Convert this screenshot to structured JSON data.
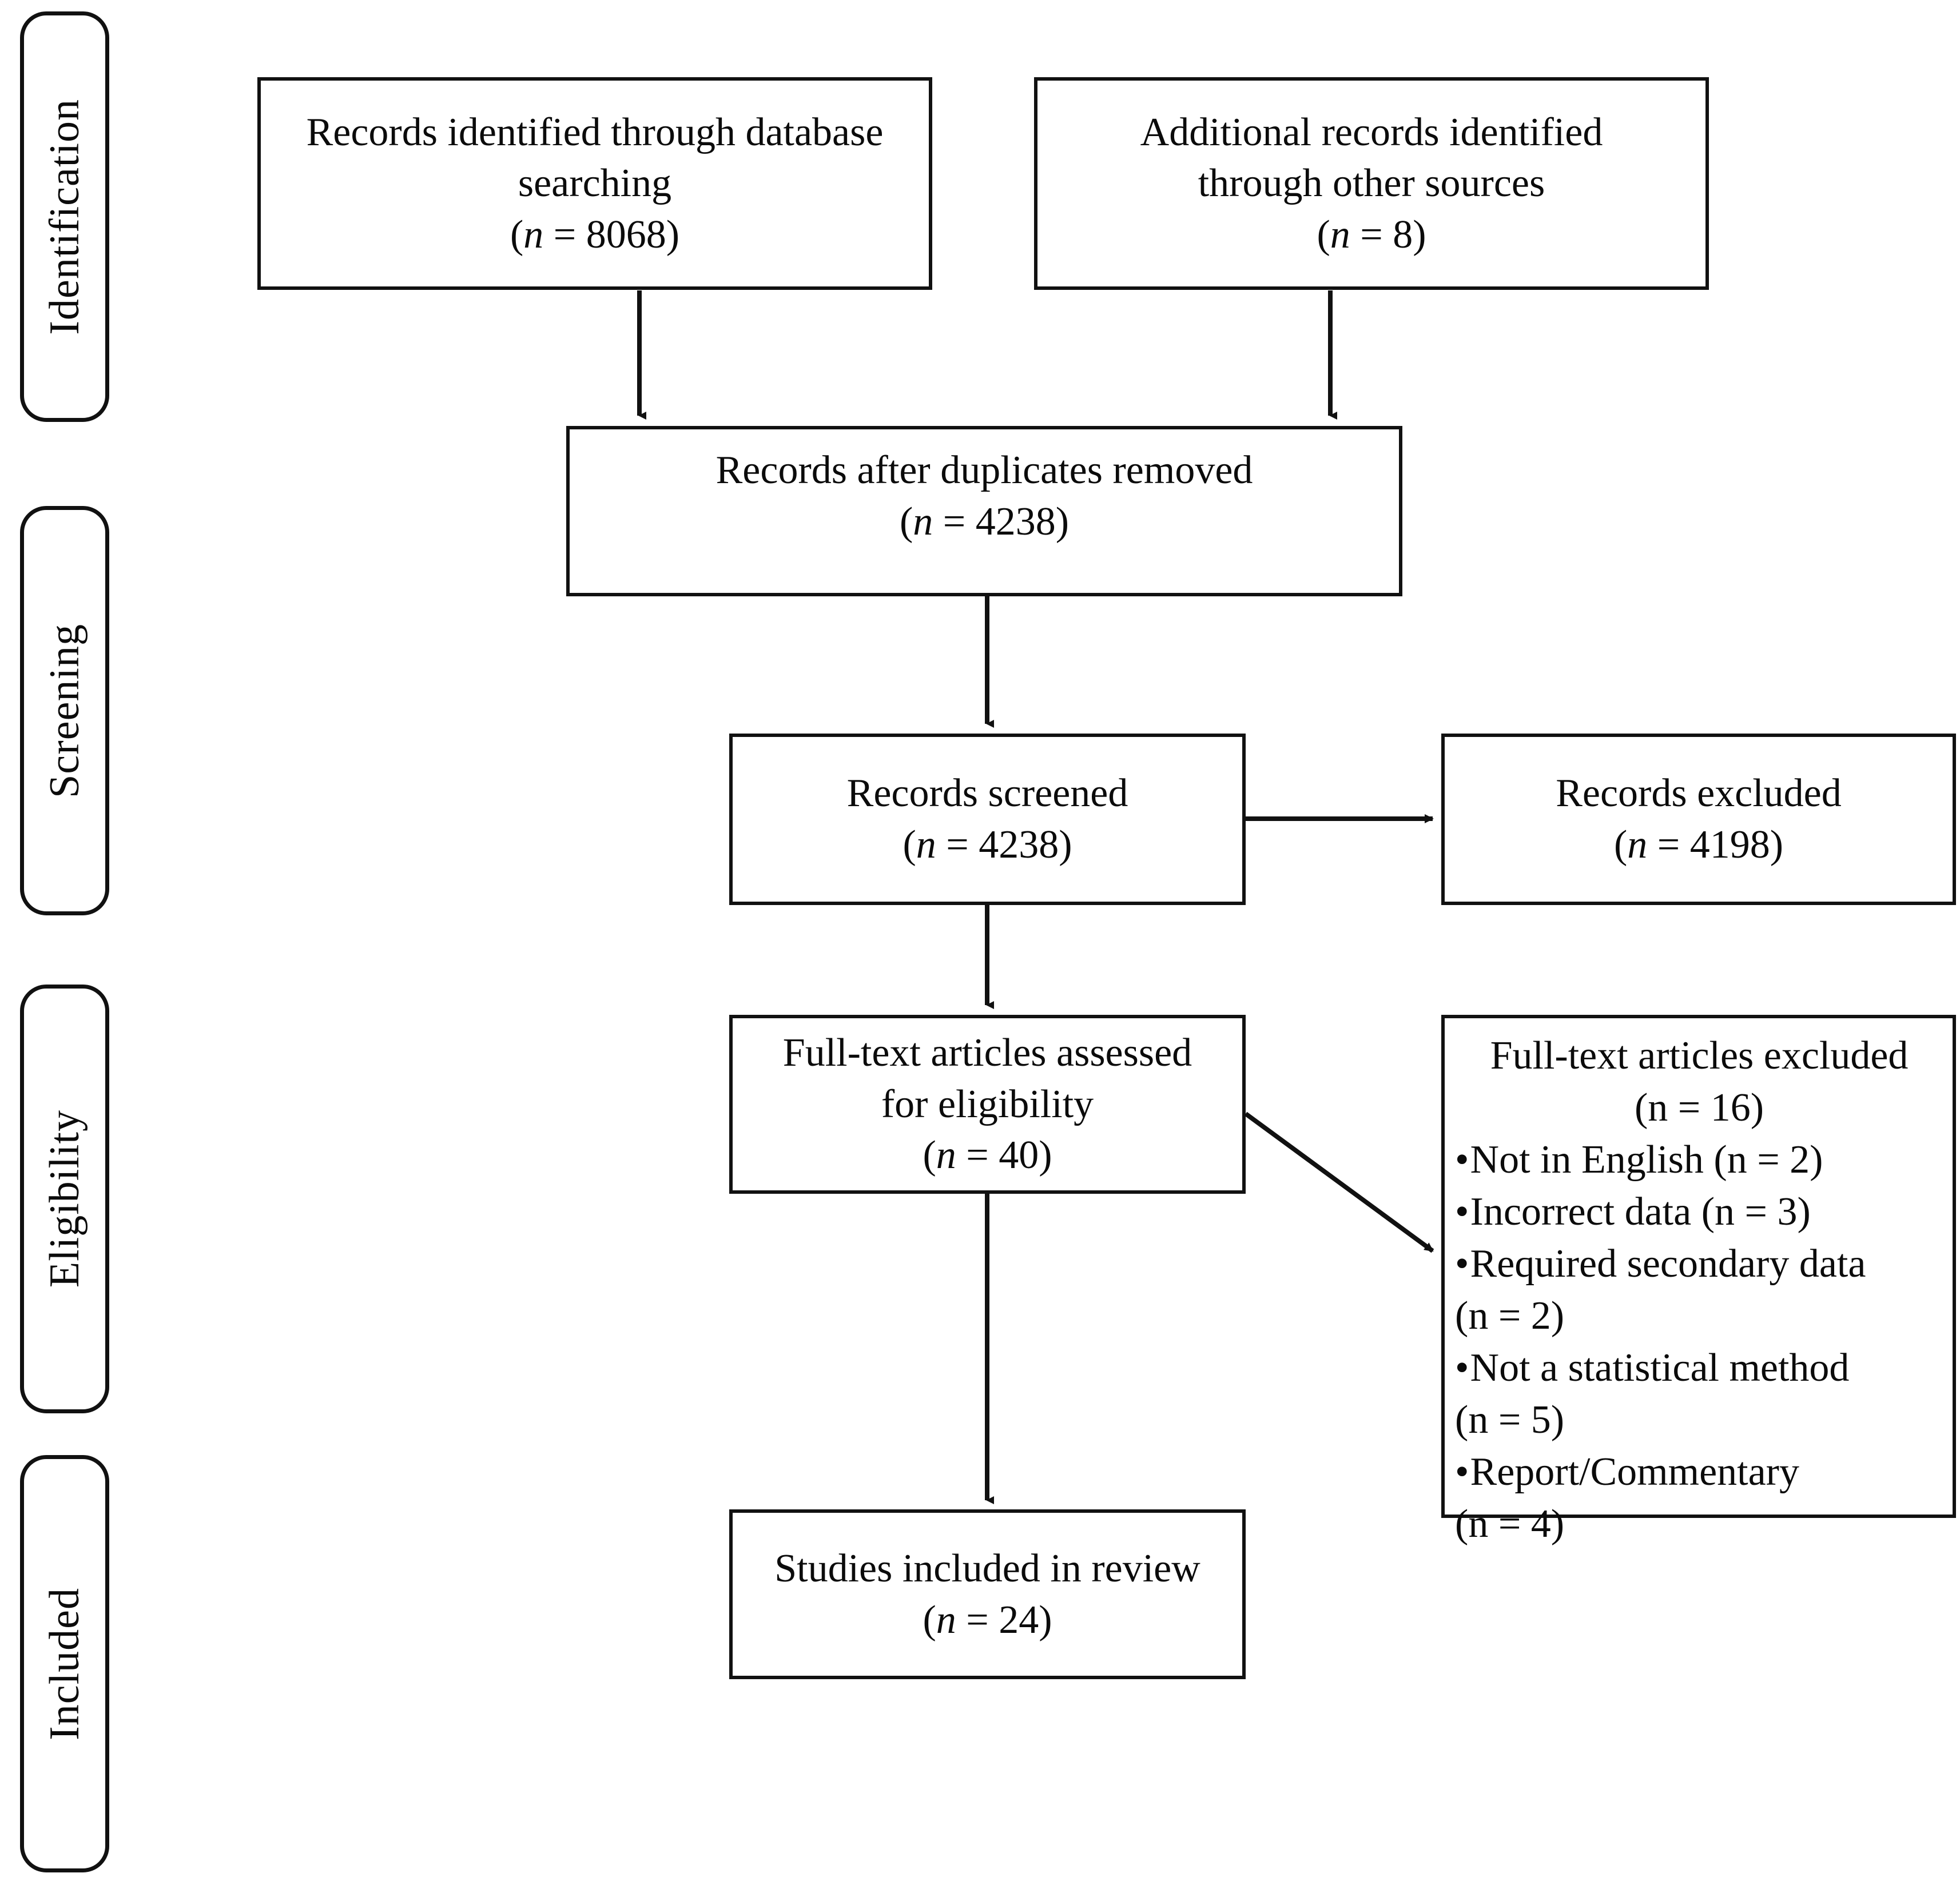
{
  "diagram": {
    "type": "prisma-flow-diagram",
    "stages": [
      {
        "id": "identification",
        "label": "Identification"
      },
      {
        "id": "screening",
        "label": "Screening"
      },
      {
        "id": "eligibility",
        "label": "Eligibility"
      },
      {
        "id": "included",
        "label": "Included"
      }
    ],
    "boxes": {
      "database_search": {
        "line1": "Records identified through database",
        "line2": "searching",
        "count_prefix": "(",
        "count_n": "n",
        "count_eq": " = ",
        "count_value": "8068",
        "count_suffix": ")"
      },
      "other_sources": {
        "line1": "Additional records identified",
        "line2": "through other sources",
        "count_n": "n",
        "count_value": "8"
      },
      "duplicates_removed": {
        "line1": "Records after duplicates removed",
        "count_n": "n",
        "count_value": "4238"
      },
      "records_screened": {
        "line1": "Records screened",
        "count_n": "n",
        "count_value": "4238"
      },
      "records_excluded": {
        "line1": "Records excluded",
        "count_n": "n",
        "count_value": "4198"
      },
      "fulltext_assessed": {
        "line1": "Full-text articles assessed",
        "line2": "for eligibility",
        "count_n": "n",
        "count_value": "40"
      },
      "fulltext_excluded": {
        "line1": "Full-text articles excluded",
        "count_n": "n",
        "count_value": "16",
        "reasons": [
          {
            "label": "Not in English",
            "n": "2"
          },
          {
            "label": "Incorrect data",
            "n": "3"
          },
          {
            "label": "Required secondary data",
            "n": "2"
          },
          {
            "label": "Not a statistical method",
            "n": "5"
          },
          {
            "label": "Report/Commentary",
            "n": "4"
          }
        ]
      },
      "studies_included": {
        "line1": "Studies included in review",
        "count_n": "n",
        "count_value": "24"
      }
    },
    "colors": {
      "stroke": "#111111",
      "background": "#ffffff",
      "text": "#0b0b0b"
    }
  }
}
